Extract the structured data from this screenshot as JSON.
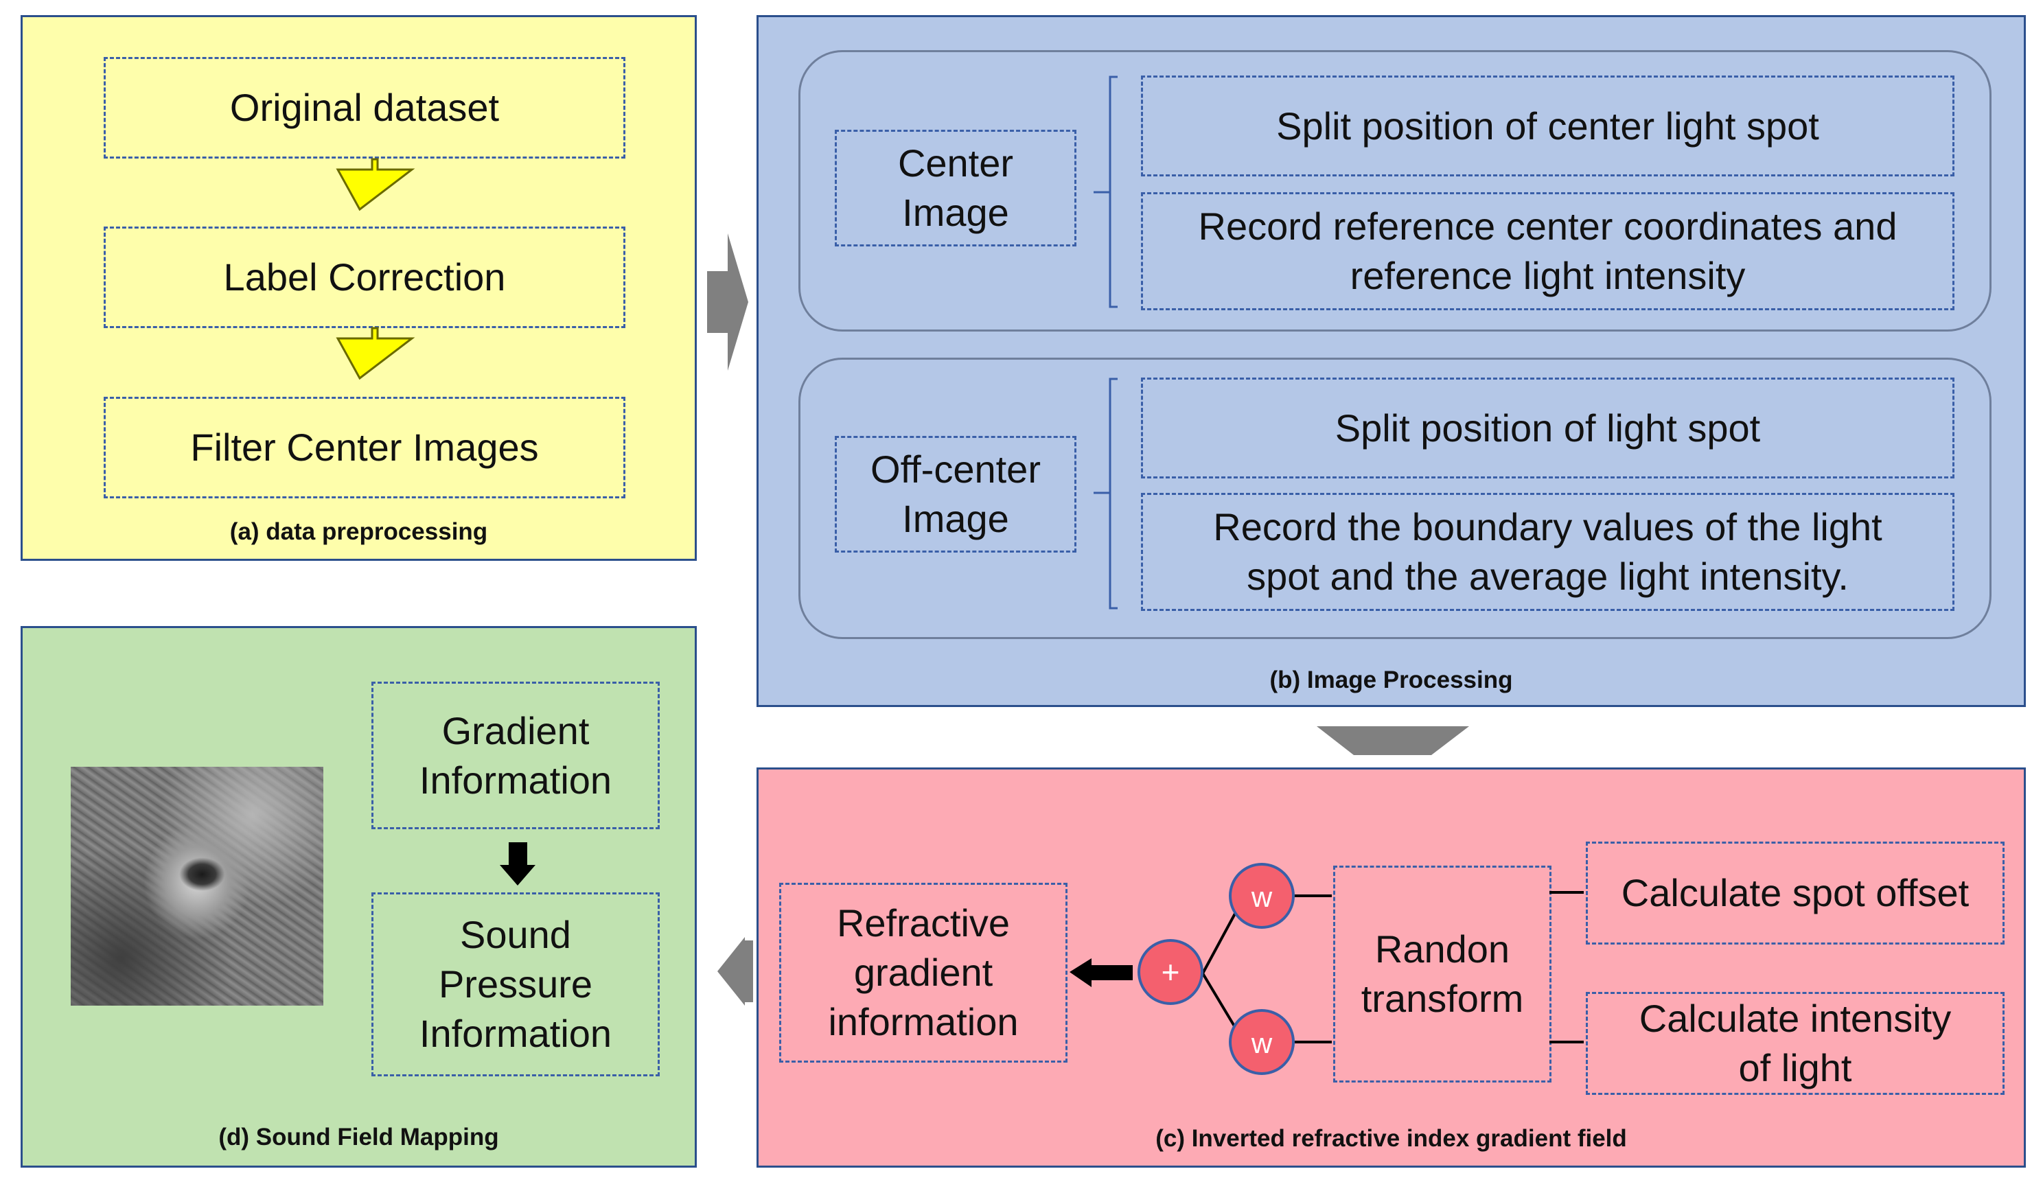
{
  "panel_a": {
    "items": [
      "Original dataset",
      "Label Correction",
      "Filter Center Images"
    ],
    "caption": "(a)  data preprocessing"
  },
  "panel_b": {
    "center_label": "Center\nImage",
    "center_steps": [
      "Split position of center light spot",
      "Record reference center coordinates and\nreference light intensity"
    ],
    "offcenter_label": "Off-center\nImage",
    "offcenter_steps": [
      "Split position of light spot",
      "Record the boundary values of the light\nspot and the average light intensity."
    ],
    "caption": "(b)  Image Processing"
  },
  "panel_c": {
    "refractive": "Refractive\ngradient\ninformation",
    "plus_symbol": "+",
    "weight_symbol": "w",
    "randon": "Randon\ntransform",
    "spot_offset": "Calculate spot offset",
    "intensity": "Calculate intensity\nof light",
    "caption": "(c)  Inverted refractive index gradient field"
  },
  "panel_d": {
    "gradient": "Gradient\nInformation",
    "sound": "Sound\nPressure\nInformation",
    "caption": "(d)  Sound Field Mapping"
  },
  "colors": {
    "panel_a_bg": "#fefeab",
    "panel_b_bg": "#b4c7e7",
    "panel_c_bg": "#fdaab4",
    "panel_d_bg": "#c0e2b0",
    "yellow_arrow": "#ffff00",
    "gray_arrow": "#808080",
    "node_fill": "#f4606e"
  }
}
